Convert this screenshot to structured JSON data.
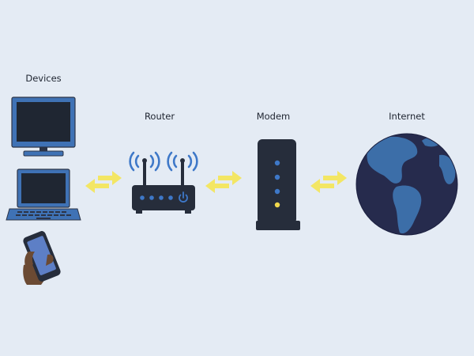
{
  "diagram": {
    "labels": {
      "devices": "Devices",
      "router": "Router",
      "modem": "Modem",
      "internet": "Internet"
    },
    "nodes": [
      {
        "id": "devices",
        "icons": [
          "desktop-monitor-icon",
          "laptop-icon",
          "smartphone-in-hand-icon"
        ]
      },
      {
        "id": "router",
        "icons": [
          "wifi-router-icon"
        ]
      },
      {
        "id": "modem",
        "icons": [
          "modem-icon"
        ]
      },
      {
        "id": "internet",
        "icons": [
          "globe-icon"
        ]
      }
    ],
    "connections": [
      {
        "from": "devices",
        "to": "router",
        "direction": "bidirectional"
      },
      {
        "from": "router",
        "to": "modem",
        "direction": "bidirectional"
      },
      {
        "from": "modem",
        "to": "internet",
        "direction": "bidirectional"
      }
    ]
  },
  "colors": {
    "background": "#e4ebf4",
    "device_blue": "#3f72b5",
    "device_dark": "#262d3b",
    "screen": "#1f2632",
    "arrow": "#f3e664",
    "led_blue": "#3e78c8",
    "led_yellow": "#f0d84c",
    "ocean": "#262b4d",
    "land": "#3c6ea8"
  }
}
